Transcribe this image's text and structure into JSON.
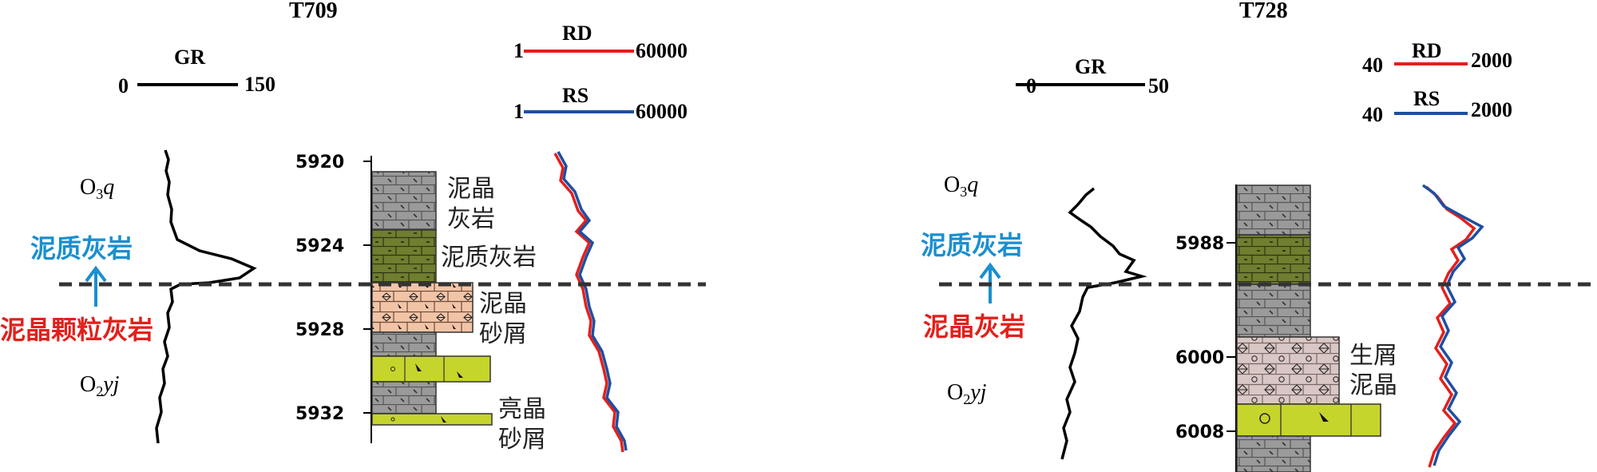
{
  "colors": {
    "rd": "#e3201b",
    "rs": "#1d4fa3",
    "gr": "#000000",
    "limestone": "#9a9a9a",
    "argillaceous": "#6f7e2f",
    "grainstone": "#f2c4a6",
    "bioclastic": "#d9c7c5",
    "sparite": "#c6d52c",
    "callout_upper": "#1a8fd0",
    "callout_lower": "#e3201b"
  },
  "wells": [
    {
      "title": "T709",
      "gr_scale": {
        "label": "GR",
        "min": "0",
        "max": "150"
      },
      "rd_scale": {
        "label": "RD",
        "min": "1",
        "max": "60000"
      },
      "rs_scale": {
        "label": "RS",
        "min": "1",
        "max": "60000"
      },
      "formation_upper": "O₃q",
      "formation_lower": "O₂yj",
      "callout_upper": "泥质灰岩",
      "callout_lower": "泥晶颗粒灰岩",
      "depths": [
        "5920",
        "5924",
        "5928",
        "5932"
      ],
      "lithology_labels": [
        "泥晶",
        "灰岩",
        "泥质灰岩",
        "泥晶",
        "砂屑",
        "亮晶",
        "砂屑"
      ]
    },
    {
      "title": "T728",
      "gr_scale": {
        "label": "GR",
        "min": "0",
        "max": "50"
      },
      "rd_scale": {
        "label": "RD",
        "min": "40",
        "max": "2000"
      },
      "rs_scale": {
        "label": "RS",
        "min": "40",
        "max": "2000"
      },
      "formation_upper": "O₃q",
      "formation_lower": "O₂yj",
      "callout_upper": "泥质灰岩",
      "callout_lower": "泥晶灰岩",
      "depths": [
        "5988",
        "6000",
        "6008"
      ],
      "lithology_labels": [
        "生屑",
        "泥晶"
      ]
    }
  ]
}
